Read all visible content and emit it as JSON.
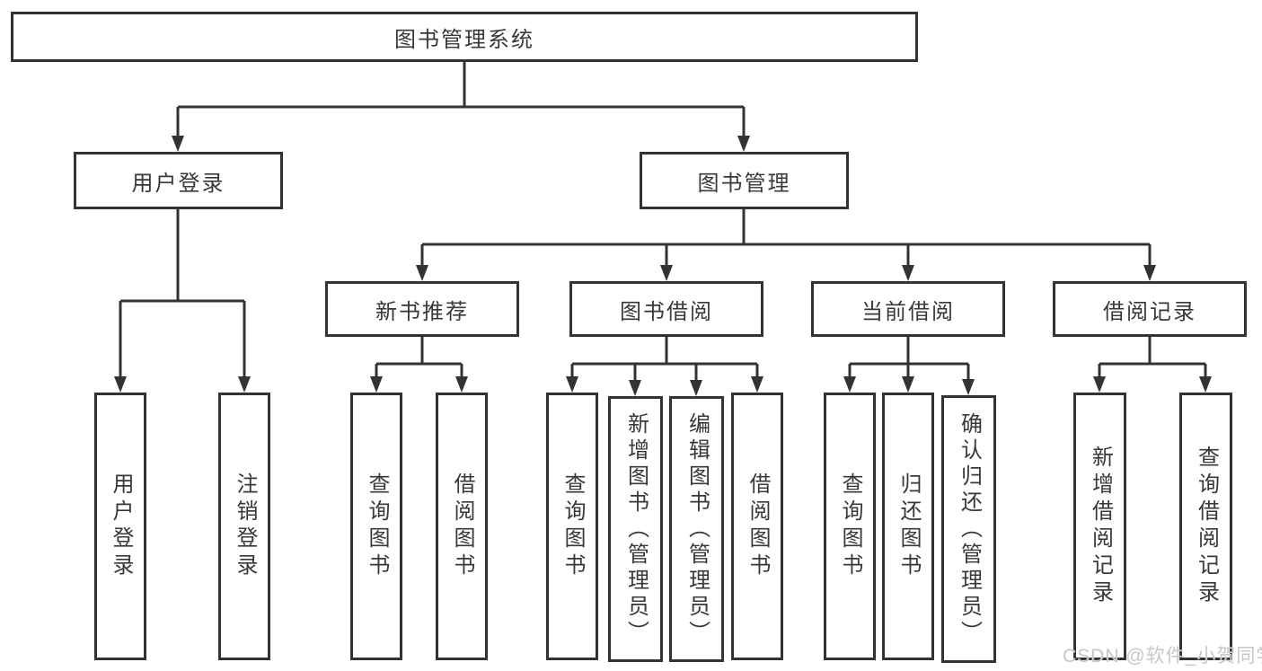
{
  "colors": {
    "line": "#333333",
    "box_border": "#333333",
    "text": "#383838",
    "background": "#ffffff",
    "watermark": "#c9c6c6"
  },
  "watermark": {
    "text": "CSDN @软件_小贺同学"
  },
  "tree": {
    "root": {
      "label": "图书管理系统",
      "children": [
        {
          "label": "用户登录",
          "children": [
            {
              "label": "用户登录"
            },
            {
              "label": "注销登录"
            }
          ]
        },
        {
          "label": "图书管理",
          "children": [
            {
              "label": "新书推荐",
              "children": [
                {
                  "label": "查询图书"
                },
                {
                  "label": "借阅图书"
                }
              ]
            },
            {
              "label": "图书借阅",
              "children": [
                {
                  "label": "查询图书"
                },
                {
                  "label": "新增图书（管理员）"
                },
                {
                  "label": "编辑图书（管理员）"
                },
                {
                  "label": "借阅图书"
                }
              ]
            },
            {
              "label": "当前借阅",
              "children": [
                {
                  "label": "查询图书"
                },
                {
                  "label": "归还图书"
                },
                {
                  "label": "确认归还（管理员）"
                }
              ]
            },
            {
              "label": "借阅记录",
              "children": [
                {
                  "label": "新增借阅记录"
                },
                {
                  "label": "查询借阅记录"
                }
              ]
            }
          ]
        }
      ]
    }
  }
}
